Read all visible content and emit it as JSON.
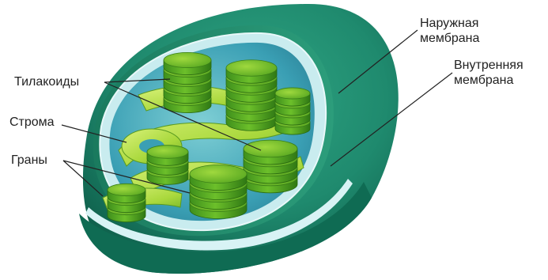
{
  "labels": {
    "outer_membrane": [
      "Наружная",
      "мембрана"
    ],
    "inner_membrane": [
      "Внутренняя",
      "мембрана"
    ],
    "thylakoids": "Тилакоиды",
    "stroma": "Строма",
    "grana": "Граны"
  },
  "colors": {
    "outer_membrane": "#1f8a6e",
    "outer_membrane_dark": "#0d5a47",
    "inner_membrane": "#c9ecef",
    "stroma_cavity": "#3a9fb4",
    "thylakoid_light": "#b9e04a",
    "thylakoid_dark": "#3e8f1c",
    "leader_line": "#222222"
  }
}
